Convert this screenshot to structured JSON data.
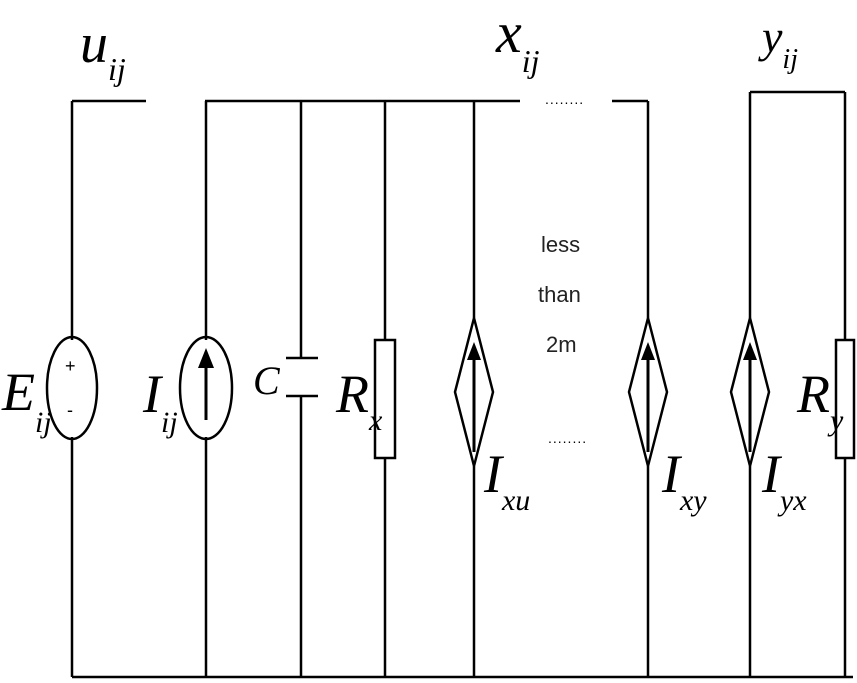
{
  "labels": {
    "node_u": {
      "main": "u",
      "sub": "ij"
    },
    "node_x": {
      "main": "x",
      "sub": "ij"
    },
    "node_y": {
      "main": "y",
      "sub": "ij"
    },
    "voltage_source": {
      "main": "E",
      "sub": "ij"
    },
    "current_source": {
      "main": "I",
      "sub": "ij"
    },
    "capacitor": {
      "main": "C"
    },
    "resistor_x": {
      "main": "R",
      "sub": "x"
    },
    "dep_source_xu": {
      "main": "I",
      "sub": "xu"
    },
    "dep_source_xy": {
      "main": "I",
      "sub": "xy"
    },
    "dep_source_yx": {
      "main": "I",
      "sub": "yx"
    },
    "resistor_y": {
      "main": "R",
      "sub": "y"
    }
  },
  "voltage_signs": {
    "plus": "+",
    "minus": "-"
  },
  "annotation": {
    "line1": "less",
    "line2": "than",
    "line3": "2m"
  },
  "ellipsis": {
    "top": "........",
    "bottom": "........"
  }
}
